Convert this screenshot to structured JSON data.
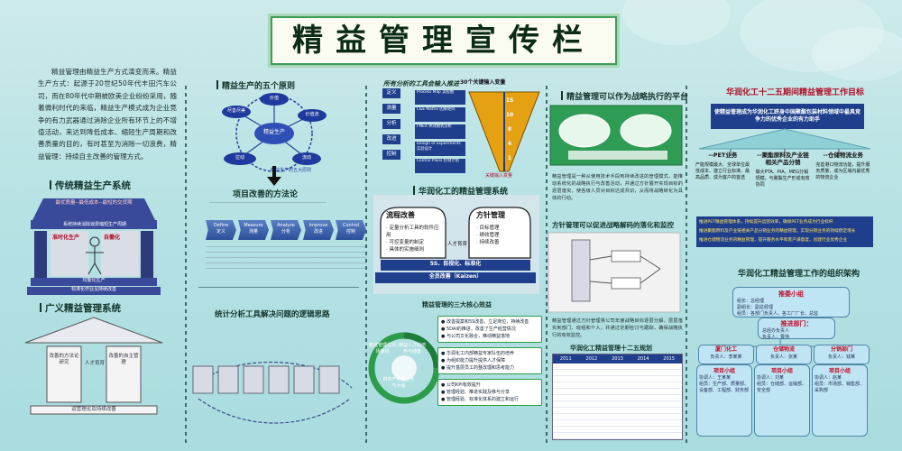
{
  "title": "精益管理宣传栏",
  "intro_text": "精益管理由精益生产方式演变而来。精益生产方式：起源于20世纪50年代丰田汽车公司，而在80年代中期被欧美企业纷纷采用，随着微利时代的来临，精益生产模式成为企业竞争的有力武器通过消除企业所有环节上的不增值活动，来达到降低成本、缩短生产周期和改善质量的目的，有时甚至为消除一切浪费，精益管理：持续自主改善的管理方式。",
  "traditional": {
    "heading": "传统精益生产系统",
    "roof": "最优质量--最低成本--最短的交货期",
    "roof_sub": "系统持续消除浪费缩短生产周期",
    "left_pillar": "准时化生产",
    "right_pillar": "自働化",
    "base1": "均衡化生产",
    "base2": "标准化作业及持续改善"
  },
  "broad": {
    "heading": "广义精益管理系统",
    "left": "改善的方法论研究",
    "center": "人才育育",
    "right": "改善的自主管理",
    "base": "运营理论及持续改善"
  },
  "five_principles": {
    "heading": "精益生产的五个原则",
    "center": "精益生产",
    "nodes": [
      "价值",
      "价值流",
      "流动",
      "拉动",
      "尽善尽美"
    ],
    "caption": "精益生产的五大原则"
  },
  "improvement": {
    "heading": "项目改善的方法论",
    "steps": [
      "Define\n定义",
      "Measure\n测量",
      "Analyze\n分析",
      "Improve\n改进",
      "Control\n控制"
    ]
  },
  "stats_heading": "统计分析工具解决问题的逻辑思路",
  "analysis": {
    "heading": "所有分析的工具会输入推进",
    "stages": [
      "定义",
      "测量",
      "分析",
      "改进",
      "控制"
    ],
    "tools": [
      "Process Map 流程图",
      "C&E Matrix 因果矩阵",
      "FMEA 失效模式分析",
      "Design of Experiments 实验设计",
      "Control Plans 控制计划"
    ],
    "funnel_title": "30个关键输入变量",
    "funnel_values": [
      "15",
      "10",
      "8",
      "4",
      "1"
    ],
    "funnel_bottom": "关键输入变量"
  },
  "huarun_system": {
    "heading": "华润化工的精益管理系统",
    "left_title": "流程改善",
    "left_items": [
      "· 定量分析工具的软件应用",
      "· 可控变量的制定",
      "· 具体的实施细则"
    ],
    "right_title": "方针管理",
    "right_items": [
      "· 目标管理",
      "· 绩效管理",
      "· 持续改善"
    ],
    "center": "人才育育",
    "band1": "5S、目视化、标准化",
    "band2": "全员改善（Kaizen）"
  },
  "three_core": {
    "heading": "精益管理的三大核心效益",
    "left_label": "精益管理在现场推进",
    "center_label": "精益人才的培养与储备",
    "bottom_label": "财务产经营上升与大幅",
    "group1": [
      "● 改善提案和5S改善，立足岗位，持续改善",
      "● 5DAI的推进，改善了生产经营情况",
      "● 与公司文化融合，推动精益落地"
    ],
    "group2": [
      "● 华润化工内部精益专家队伍的培养",
      "● 为组织能力提升提供人才保障",
      "● 提升基层员工的整改理和思考能力"
    ],
    "group3": [
      "● 公司KPI有效提升",
      "● 管理经验、推进实践及移与分享",
      "● 管理经验、标准化体系的建立和运行"
    ]
  },
  "strategy": {
    "heading": "精益管理可以作为战略执行的平台",
    "text": "精益管理是一种从使用技术手段到持续改进的管理模式，能推动系统化的战略执行与改善活动，并通过方针展开实现目标的逐层落实，使各级人员对目标达成共识，从而将战略转化为具体的行动。"
  },
  "policy": {
    "heading": "方针管理可以促进战略解码的落化和监控",
    "text": "精益管理通过方针管理将公司年度战略目标逐层分解，层层落实到部门、班组和个人，并通过定期检讨与跟踪，确保战略执行的有效监控。"
  },
  "plan": {
    "heading": "华润化工精益管理十二五规划",
    "col_headers": [
      "2011",
      "2012",
      "2013",
      "2014",
      "2015"
    ]
  },
  "goals": {
    "heading": "华润化工十二五期间精益管理工作目标",
    "banner": "使精益管理成为华润化工跻身中国聚酯包装材料领域中最具竞争力的优秀企业的有力助手",
    "branch_titles": [
      "--PET业务",
      "--聚酯原料及产业链相关产品分销",
      "--仓储物流业务"
    ],
    "branch_texts": [
      "产能规模最大、全球单位最低成本、建立行业标准、最高品质、成为客户的首选",
      "做大PTA、PIA、MEG分销规模，与聚酯生产形成有效协同",
      "完善港口物流功能，提升服务质量，成为区域内最优秀的物流企业"
    ],
    "bottom_lines": [
      "推进PET精益管理体系，持续提升运营效率，确保PET业务成为行业标杆",
      "推进聚酯原料及产业链相关产品分销业务的精益管理，实现分销业务的持续稳定增长",
      "推进仓储物流业务的精益管理，提升服务水平和客户满意度，创建行业优秀企业"
    ]
  },
  "org": {
    "heading": "华润化工精益管理工作的组织架构",
    "top_title": "推委小组",
    "top_lines": [
      "组长：总经理",
      "副组长：副总经理",
      "组员：各部门负责人、各工厂厂长、总监"
    ],
    "mid_title": "推进部门：",
    "mid_lines": [
      "总经办负责人",
      "负责人：曹伟"
    ],
    "units": [
      {
        "title": "厦门化工",
        "leader": "负责人：李某某"
      },
      {
        "title": "仓储物流",
        "leader": "负责人：张某"
      },
      {
        "title": "分销部门",
        "leader": "负责人：钱某"
      }
    ],
    "teams": [
      {
        "title": "项目小组",
        "lines": [
          "协调人：王某某",
          "组员：生产部、质量部、设备部、工程部、财务部"
        ]
      },
      {
        "title": "项目小组",
        "lines": [
          "协调人：刘某",
          "组员：仓储部、运输部、安全部"
        ]
      },
      {
        "title": "项目小组",
        "lines": [
          "协调人：赵某",
          "组员：市场部、销售部、采购部"
        ]
      }
    ]
  },
  "colors": {
    "accent_red": "#b0102a",
    "dark_blue": "#1f3f8c",
    "board_bg": "#b7e2e4"
  }
}
